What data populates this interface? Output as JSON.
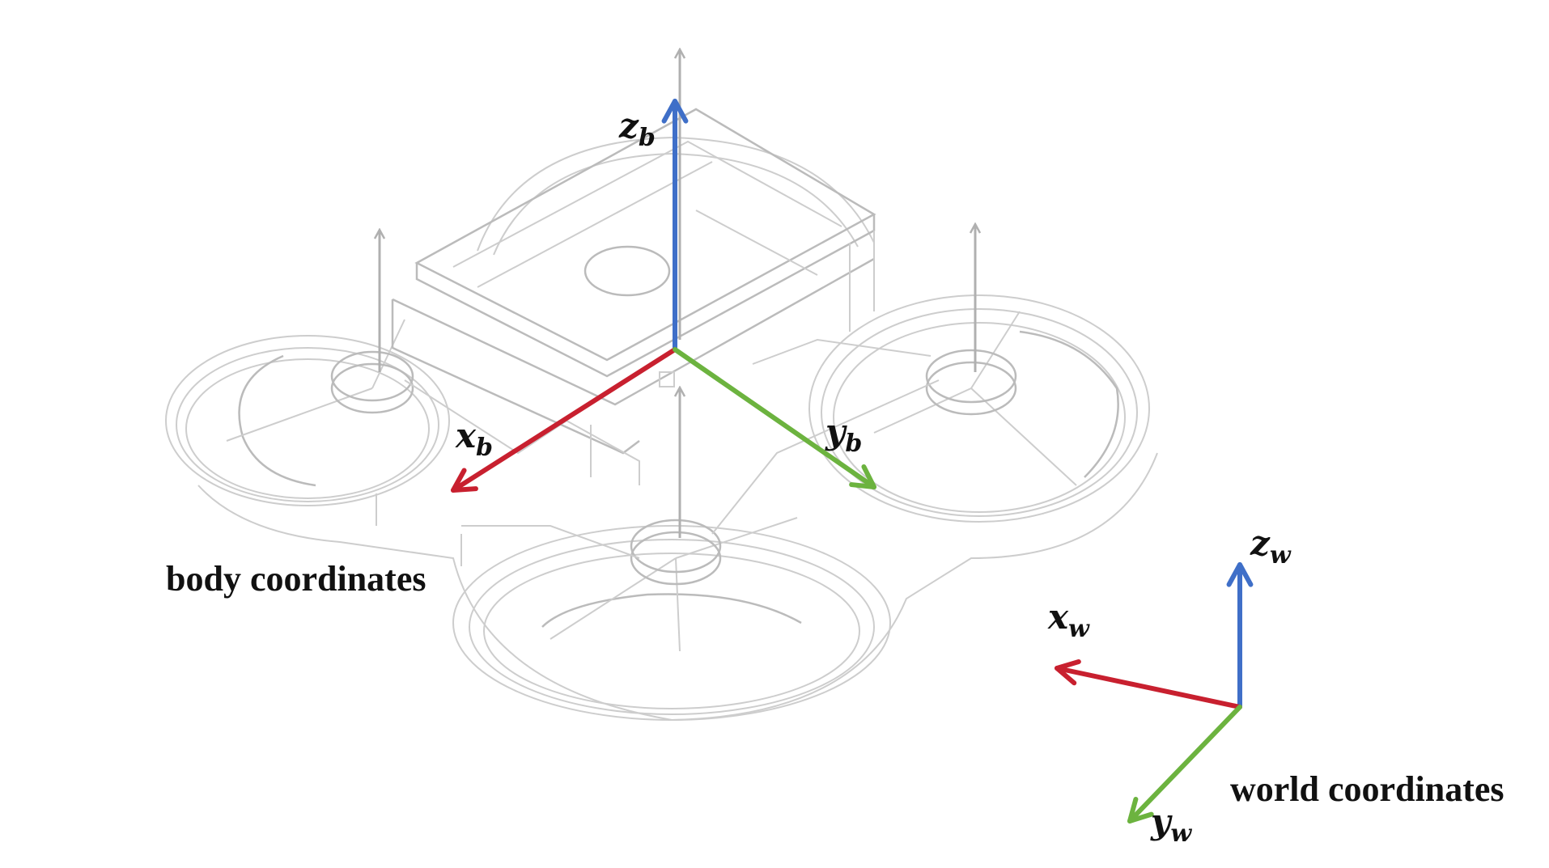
{
  "colors": {
    "x_axis": "#c8202f",
    "y_axis": "#6cb33f",
    "z_axis": "#3f6fc8",
    "drone_outline": "#c8c8c8",
    "thrust_arrow": "#a8a8a8",
    "text": "#111111"
  },
  "body_frame": {
    "caption": "body coordinates",
    "x_label": "x",
    "x_sub": "b",
    "y_label": "y",
    "y_sub": "b",
    "z_label": "z",
    "z_sub": "b"
  },
  "world_frame": {
    "caption": "world coordinates",
    "x_label": "x",
    "x_sub": "w",
    "y_label": "y",
    "y_sub": "w",
    "z_label": "z",
    "z_sub": "w"
  }
}
